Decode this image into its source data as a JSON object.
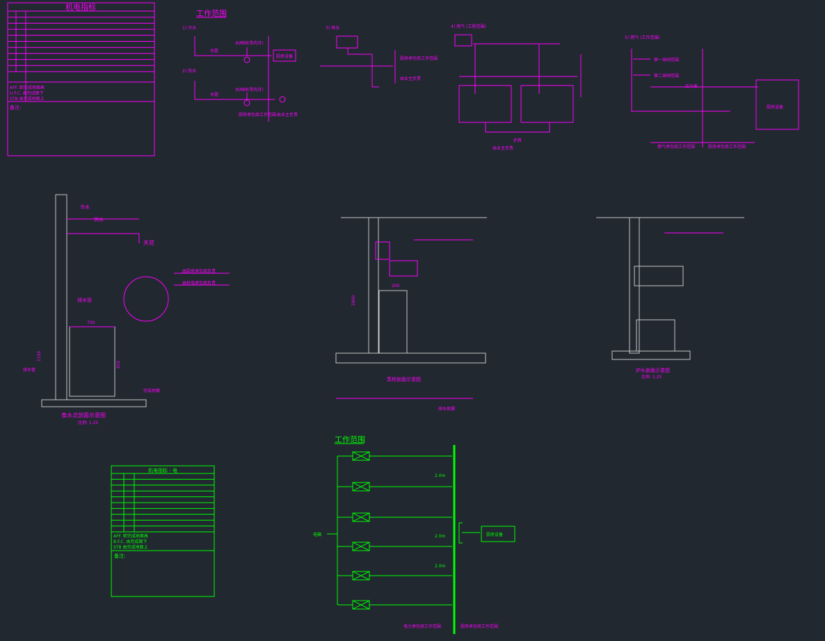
{
  "colors": {
    "background": "#212830",
    "plumbing_magenta": "#ff00ff",
    "electrical_green": "#00ff00",
    "structure_white": "#c8c8c8"
  },
  "legend_mep": {
    "title": "机电指标",
    "notes_heading": "备注:",
    "abbreviations": [
      "AFF. 距完成地面高",
      "U.F.C. 由完成面下",
      "STB 由完成地面上"
    ]
  },
  "work_scope_top": {
    "title": "工作范围",
    "items": [
      {
        "label": "1) 冷水"
      },
      {
        "label": "2) 热水"
      },
      {
        "label": "3) 排水"
      },
      {
        "label": "4) 燃气 (工程范围)"
      },
      {
        "label": "5) 燃气 (工作范围)"
      }
    ],
    "annotations": {
      "water_pipe": "水管",
      "valve": "水闸阀(带内牙)",
      "kitchen_equipment": "厨房设备",
      "drain_wall_area": "厨房承包商工作范围",
      "by_owner": "由业主负责",
      "gas_furnace": "炉具",
      "first_gas_valve": "第一球阀范围",
      "second_gas_valve": "第二球阀范围",
      "pressure_gauge": "压力表",
      "gas_scope": "燃气承包商工作范围",
      "kitchen_scope": "厨房承包商工作范围"
    }
  },
  "section_sink": {
    "title": "食水点剖面示意图",
    "scale": "比例: 1:25",
    "labels": {
      "cold_water": "冷水",
      "hot_water": "热水",
      "ceiling": "天花",
      "floor_drain": "排水管",
      "owner_scope_1": "由厨房承包商负责",
      "owner_scope_2": "由机电承包商负责",
      "width_dim": "700",
      "height_dim": "1150",
      "height_dim_2": "850",
      "floor": "完成地面",
      "drain_label": "排水管"
    }
  },
  "section_oven": {
    "title": "蒸柜剖面示意图",
    "labels": {
      "dim_top": "200",
      "dim_side": "1800",
      "drain": "排水地漏"
    }
  },
  "section_range": {
    "title": "炉头剖面示意图",
    "scale": "比例: 1:25"
  },
  "legend_electrical": {
    "title": "机电指标 - 电",
    "notes_heading": "备注:",
    "abbreviations": [
      "AFF. 距完成地面高",
      "B.F.C. 由完成面下",
      "STB 由完成地面上"
    ]
  },
  "work_scope_elec": {
    "title": "工作范围",
    "source": "电箱",
    "kitchen_equipment": "厨房设备",
    "dims": [
      "2.0m",
      "2.0m",
      "2.0m"
    ],
    "footer_left": "电力承包商工作范围",
    "footer_right": "厨房承包商工作范围"
  }
}
